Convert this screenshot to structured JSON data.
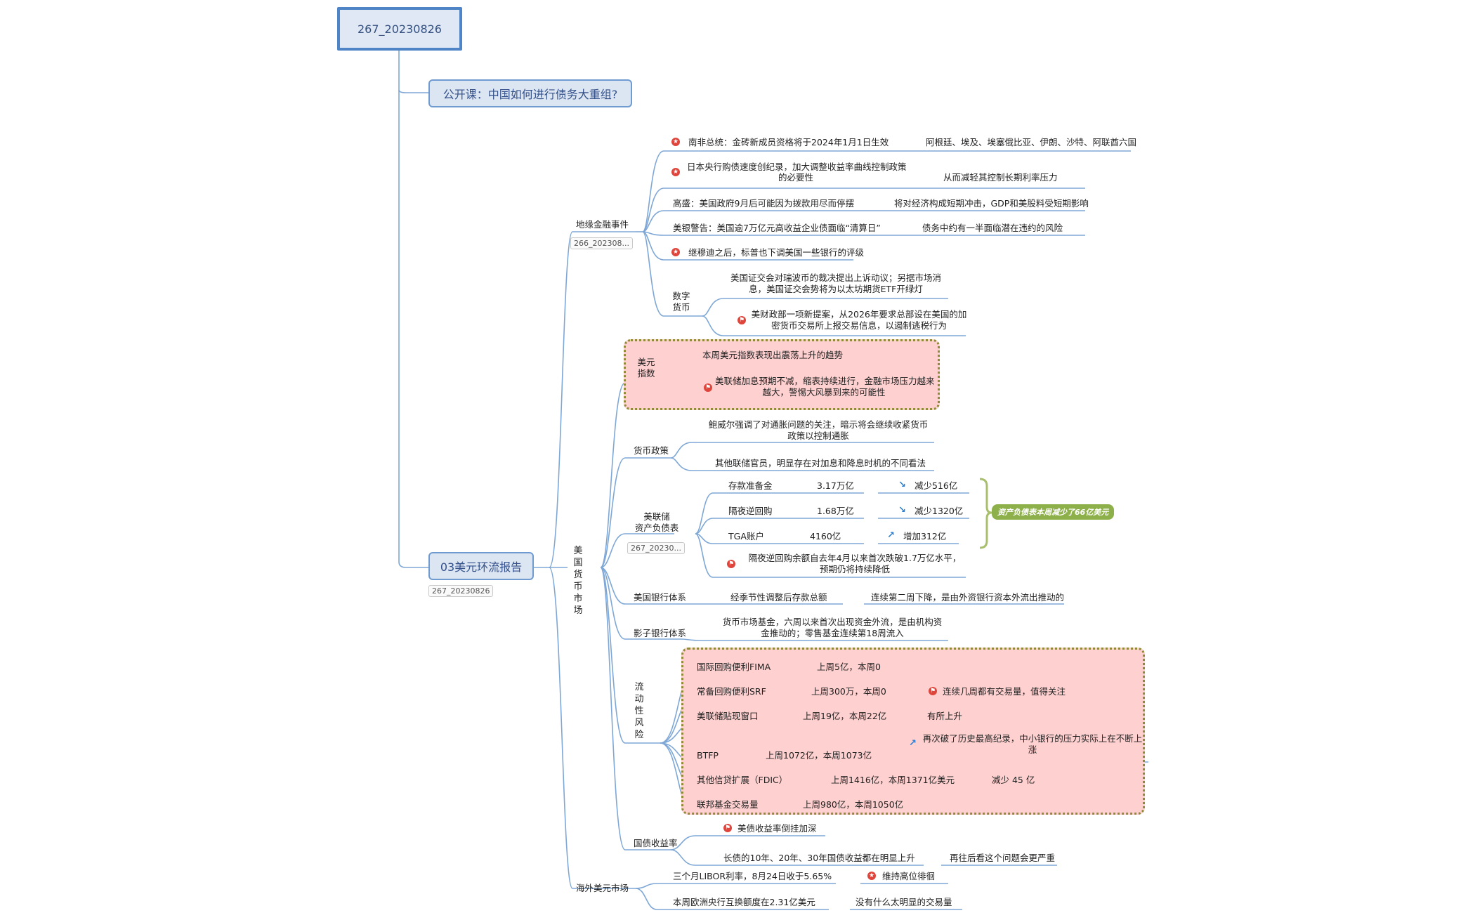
{
  "root": {
    "title": "267_20230826"
  },
  "topics": [
    {
      "label": "公开课：中国如何进行债务大重组?"
    },
    {
      "label": "03美元环流报告",
      "tag": "267_20230826"
    }
  ],
  "geo": {
    "label": "地缘金融事件",
    "tag": "266_202308...",
    "items": [
      {
        "text": "南非总统：金砖新成员资格将于2024年1月1日生效",
        "detail": "阿根廷、埃及、埃塞俄比亚、伊朗、沙特、阿联酋六国"
      },
      {
        "text_1": "日本央行购债速度创纪录，加大调整收益率曲线控制政策",
        "text_2": "的必要性",
        "detail": "从而减轻其控制长期利率压力"
      },
      {
        "text": "高盛：美国政府9月后可能因为拨款用尽而停摆",
        "detail": "将对经济构成短期冲击，GDP和美股料受短期影响"
      },
      {
        "text": "美银警告：美国逾7万亿元高收益企业债面临“清算日”",
        "detail": "债务中约有一半面临潜在违约的风险"
      },
      {
        "text": "继穆迪之后，标普也下调美国一些银行的评级"
      }
    ],
    "digital": {
      "label_1": "数字",
      "label_2": "货币",
      "items": [
        {
          "text_1": "美国证交会对瑞波币的裁决提出上诉动议；另据市场消",
          "text_2": "息，美国证交会势将为以太坊期货ETF开绿灯"
        },
        {
          "text_1": "美财政部一项新提案，从2026年要求总部设在美国的加",
          "text_2": "密货币交易所上报交易信息，以遏制逃税行为"
        }
      ]
    }
  },
  "money_market": {
    "label_chars": [
      "美",
      "国",
      "货",
      "币",
      "市",
      "场"
    ],
    "usd_index": {
      "label_1": "美元",
      "label_2": "指数",
      "items": [
        {
          "text": "本周美元指数表现出震荡上升的趋势"
        },
        {
          "text_1": "美联储加息预期不减，缩表持续进行，金融市场压力越来",
          "text_2": "越大，警惕大风暴到来的可能性"
        }
      ]
    },
    "policy": {
      "label": "货币政策",
      "items": [
        {
          "text_1": "鲍威尔强调了对通胀问题的关注，暗示将会继续收紧货币",
          "text_2": "政策以控制通胀"
        },
        {
          "text": "其他联储官员，明显存在对加息和降息时机的不同看法"
        }
      ]
    },
    "balance_sheet": {
      "label_1": "美联储",
      "label_2": "资产负债表",
      "tag": "267_20230...",
      "rows": [
        {
          "name": "存款准备金",
          "value": "3.17万亿",
          "change": "减少516亿",
          "dir": "down"
        },
        {
          "name": "隔夜逆回购",
          "value": "1.68万亿",
          "change": "减少1320亿",
          "dir": "down"
        },
        {
          "name": "TGA账户",
          "value": "4160亿",
          "change": "增加312亿",
          "dir": "up"
        }
      ],
      "note_1": "隔夜逆回购余额自去年4月以来首次跌破1.7万亿水平，",
      "note_2": "预期仍将持续降低",
      "callout": "资产负债表本周减少了66亿美元"
    },
    "bank_system": {
      "label": "美国银行体系",
      "text": "经季节性调整后存款总额",
      "detail": "连续第二周下降，是由外资银行资本外流出推动的"
    },
    "shadow": {
      "label": "影子银行体系",
      "text_1": "货币市场基金，六周以来首次出现资金外流，是由机构资",
      "text_2": "金推动的；零售基金连续第18周流入"
    },
    "liquidity": {
      "label_chars": [
        "流",
        "动",
        "性",
        "风",
        "险"
      ],
      "rows": [
        {
          "name": "国际回购便利FIMA",
          "value": "上周5亿，本周0"
        },
        {
          "name": "常备回购便利SRF",
          "value": "上周300万，本周0",
          "note": "连续几周都有交易量，值得关注"
        },
        {
          "name": "美联储贴现窗口",
          "value": "上周19亿，本周22亿",
          "note": "有所上升"
        },
        {
          "name": "BTFP",
          "value": "上周1072亿，本周1073亿",
          "note_1": "再次破了历史最高纪录，中小银行的压力实际上在不断上",
          "note_2": "涨"
        },
        {
          "name": "其他信贷扩展（FDIC）",
          "value": "上周1416亿，本周1371亿美元",
          "note": "减少 45 亿"
        },
        {
          "name": "联邦基金交易量",
          "value": "上周980亿，本周1050亿"
        }
      ]
    },
    "treasury": {
      "label": "国债收益率",
      "items": [
        {
          "text": "美债收益率倒挂加深"
        },
        {
          "text": "长债的10年、20年、30年国债收益都在明显上升",
          "detail": "再往后看这个问题会更严重"
        }
      ]
    }
  },
  "overseas": {
    "label": "海外美元市场",
    "items": [
      {
        "text": "三个月LIBOR利率，8月24日收于5.65%",
        "detail": "维持高位徘徊"
      },
      {
        "text": "本周欧洲央行互换额度在2.31亿美元",
        "detail": "没有什么太明显的交易量"
      }
    ]
  },
  "colors": {
    "line": "#7ea7d6",
    "highlight_fill": "#ffd0d0",
    "highlight_border": "#8e8a37",
    "callout": "#8eb04a"
  }
}
